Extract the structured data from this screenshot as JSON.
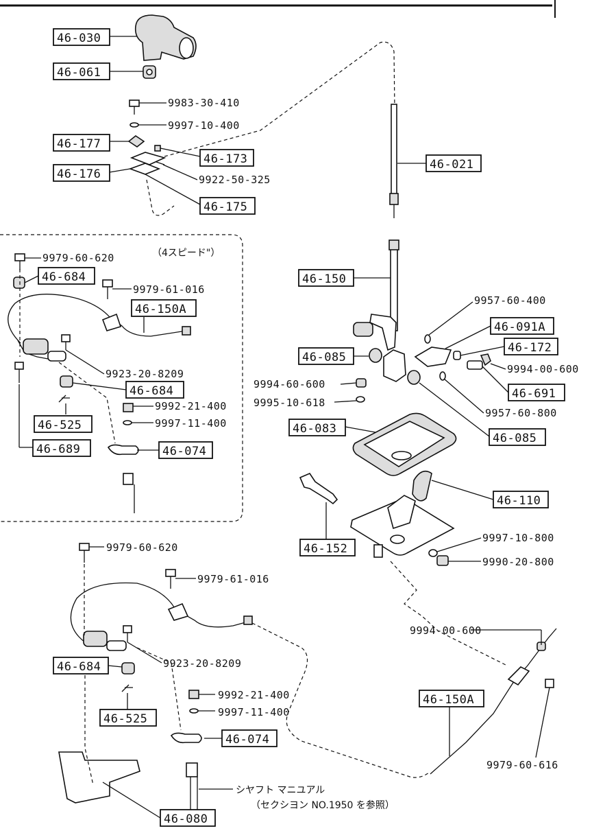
{
  "diagram": {
    "boxed_part_numbers": {
      "p46030": "46-030",
      "p46061": "46-061",
      "p46177": "46-177",
      "p46176": "46-176",
      "p46173": "46-173",
      "p46175": "46-175",
      "p46021": "46-021",
      "p46150": "46-150",
      "p46091A": "46-091A",
      "p46172": "46-172",
      "p46085a": "46-085",
      "p46691": "46-691",
      "p46083": "46-083",
      "p46085b": "46-085",
      "p46110": "46-110",
      "p46152": "46-152",
      "p46684a": "46-684",
      "p46150Aa": "46-150A",
      "p46684b": "46-684",
      "p46525a": "46-525",
      "p46689": "46-689",
      "p46074a": "46-074",
      "p46684c": "46-684",
      "p46525b": "46-525",
      "p46074b": "46-074",
      "p46150Ab": "46-150A",
      "p46080": "46-080"
    },
    "plain_part_numbers": {
      "n9983_30_410": "9983-30-410",
      "n9997_10_400": "9997-10-400",
      "n9922_50_325": "9922-50-325",
      "n9957_60_400": "9957-60-400",
      "n9994_00_600a": "9994-00-600",
      "n9994_60_600": "9994-60-600",
      "n9995_10_618": "9995-10-618",
      "n9957_60_800": "9957-60-800",
      "n9997_10_800": "9997-10-800",
      "n9990_20_800": "9990-20-800",
      "n9979_60_620a": "9979-60-620",
      "n9979_61_016a": "9979-61-016",
      "n9923_20_8209a": "9923-20-8209",
      "n9992_21_400a": "9992-21-400",
      "n9997_11_400a": "9997-11-400",
      "n9979_60_620b": "9979-60-620",
      "n9979_61_016b": "9979-61-016",
      "n9923_20_8209b": "9923-20-8209",
      "n9992_21_400b": "9992-21-400",
      "n9997_11_400b": "9997-11-400",
      "n9994_00_600b": "9994-00-600",
      "n9979_60_616": "9979-60-616"
    },
    "notes": {
      "four_speed": "（4スピード\"）",
      "shift_manual": "シヤフト マニユアル",
      "section_ref": "（セクシヨン NO.1950 を参照）"
    }
  }
}
